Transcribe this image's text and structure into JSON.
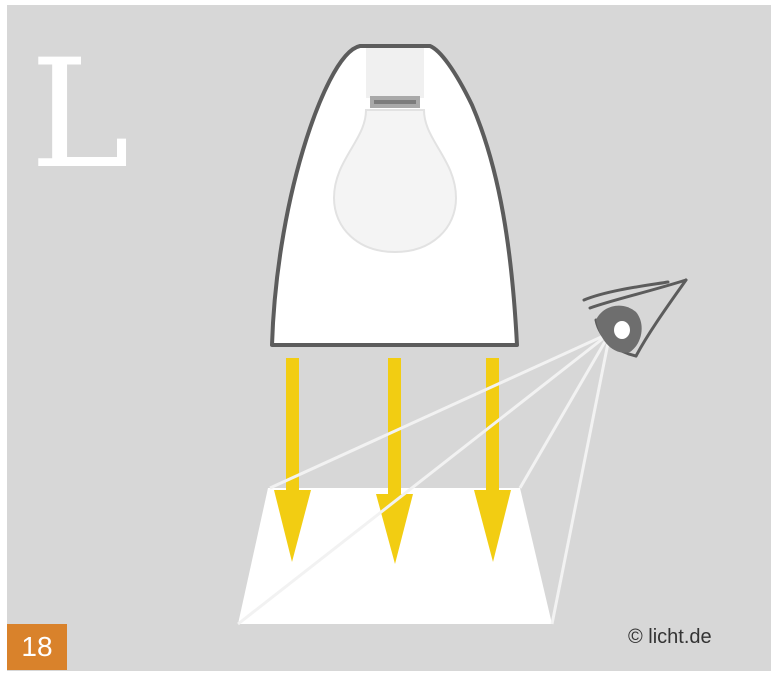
{
  "figure": {
    "letter": "L",
    "number": "18",
    "credit": "© licht.de"
  },
  "colors": {
    "background": "#d7d7d7",
    "luminaire_body": "#ffffff",
    "luminaire_outline": "#5c5c5c",
    "light_arrows": "#f2cd12",
    "sight_lines": "#f2f2f2",
    "work_surface": "#ffffff",
    "number_badge": "#d9822b"
  },
  "icons": {
    "bulb": "led-bulb-icon",
    "eye": "eye-icon"
  }
}
